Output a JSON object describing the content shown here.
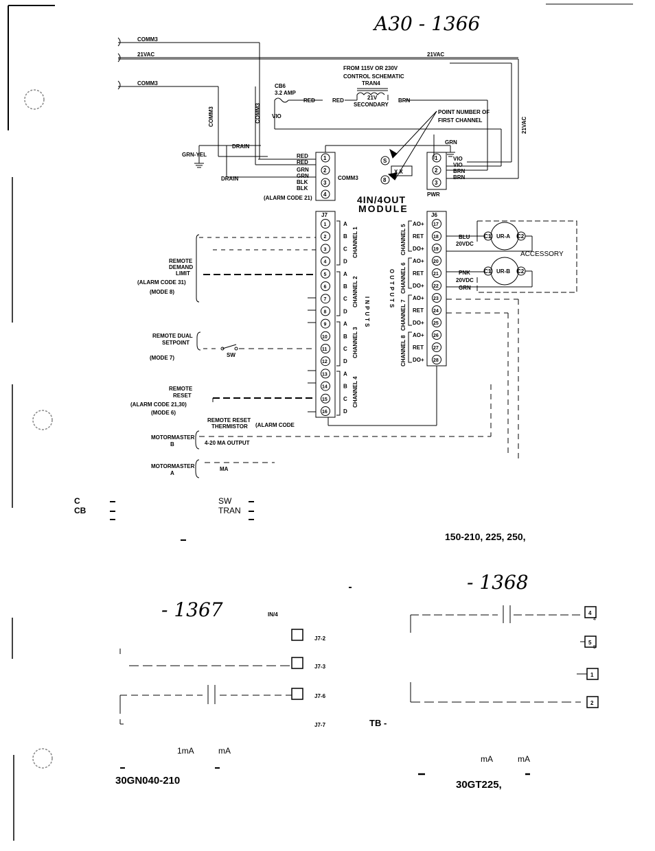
{
  "handwritten": {
    "top_id": "A30 - 1366",
    "mid_left_id": "- 1367",
    "mid_right_id": "- 1368"
  },
  "wires": {
    "comm3": "COMM3",
    "v21vac": "21VAC",
    "drain": "DRAIN",
    "grn_yel": "GRN-YEL",
    "vio": "VIO",
    "red": "RED",
    "grn": "GRN",
    "blk": "BLK",
    "brn": "BRN",
    "blu": "BLU",
    "pnk": "PNK",
    "v21vac_vertical": "21VAC",
    "v20vdc": "20VDC",
    "comm3_terminal": "COMM3"
  },
  "transformer": {
    "from": "FROM 115V OR 230V",
    "schematic": "CONTROL SCHEMATIC",
    "name": "TRAN4",
    "cb": "CB6",
    "amp": "3.2 AMP",
    "v21": "21V",
    "secondary": "SECONDARY"
  },
  "point_number": {
    "line1": "POINT NUMBER OF",
    "line2": "FIRST CHANNEL",
    "s_label": "S",
    "b_label": "8",
    "box": "X X"
  },
  "module": {
    "line1": "4IN/4OUT",
    "line2": "MODULE",
    "pwr": "PWR",
    "alarm_note": "(ALARM CODE 21)",
    "j7": "J7",
    "j6": "J6",
    "grn_top": "GRN"
  },
  "inputs": {
    "title": "INPUTS",
    "channel1": "CHANNEL 1",
    "channel2": "CHANNEL 2",
    "channel3": "CHANNEL 3",
    "channel4": "CHANNEL 4",
    "a": "A",
    "b": "B",
    "c": "C",
    "d": "D",
    "pins": [
      "1",
      "2",
      "3",
      "4",
      "5",
      "6",
      "7",
      "8",
      "9",
      "10",
      "11",
      "12",
      "13",
      "14",
      "15",
      "16"
    ]
  },
  "outputs": {
    "title": "OUTPUTS",
    "channel5": "CHANNEL 5",
    "channel6": "CHANNEL 6",
    "channel7": "CHANNEL 7",
    "channel8": "CHANNEL 8",
    "ao": "AO+",
    "ret": "RET",
    "do": "DO+",
    "pins": [
      "17",
      "18",
      "19",
      "20",
      "21",
      "22",
      "23",
      "24",
      "25",
      "26",
      "27",
      "28"
    ]
  },
  "accessory": {
    "label": "ACCESSORY",
    "ura": "UR-A",
    "urb": "UR-B",
    "c1": "C1",
    "c2": "C2"
  },
  "left_labels": {
    "remote_demand_1": "REMOTE",
    "remote_demand_2": "DEMAND",
    "remote_demand_3": "LIMIT",
    "remote_demand_4": "(ALARM CODE 31)",
    "remote_demand_5": "(MODE 8)",
    "dual_1": "REMOTE DUAL",
    "dual_2": "SETPOINT",
    "dual_3": "(MODE 7)",
    "sw": "SW",
    "reset_1": "REMOTE",
    "reset_2": "RESET",
    "reset_3": "(ALARM CODE 21,30)",
    "reset_4": "(MODE 6)",
    "thermistor_1": "REMOTE RESET",
    "thermistor_2": "THERMISTOR",
    "thermistor_3": "(ALARM CODE",
    "mm_b_1": "MOTORMASTER",
    "mm_b_2": "B",
    "mm_b_out": "4-20 MA OUTPUT",
    "mm_a_1": "MOTORMASTER",
    "mm_a_2": "A",
    "mm_a_out": "MA"
  },
  "legend": {
    "c": "C",
    "cb": "CB",
    "sw": "SW",
    "tran": "TRAN",
    "dash": "-",
    "models_right": "150-210, 225, 250,"
  },
  "lower_left": {
    "in4": "IN/4",
    "j7_2": "J7-2",
    "j7_3": "J7-3",
    "j7_6": "J7-6",
    "j7_7": "J7-7",
    "ma1": "1mA",
    "ma2": "mA",
    "model": "30GN040-210"
  },
  "lower_right": {
    "tb": "TB -",
    "t4": "4",
    "t4sub": "4",
    "t5": "5",
    "t5sub": "5",
    "t1": "1",
    "t2": "2",
    "ma1": "mA",
    "ma2": "mA",
    "model": "30GT225,"
  }
}
